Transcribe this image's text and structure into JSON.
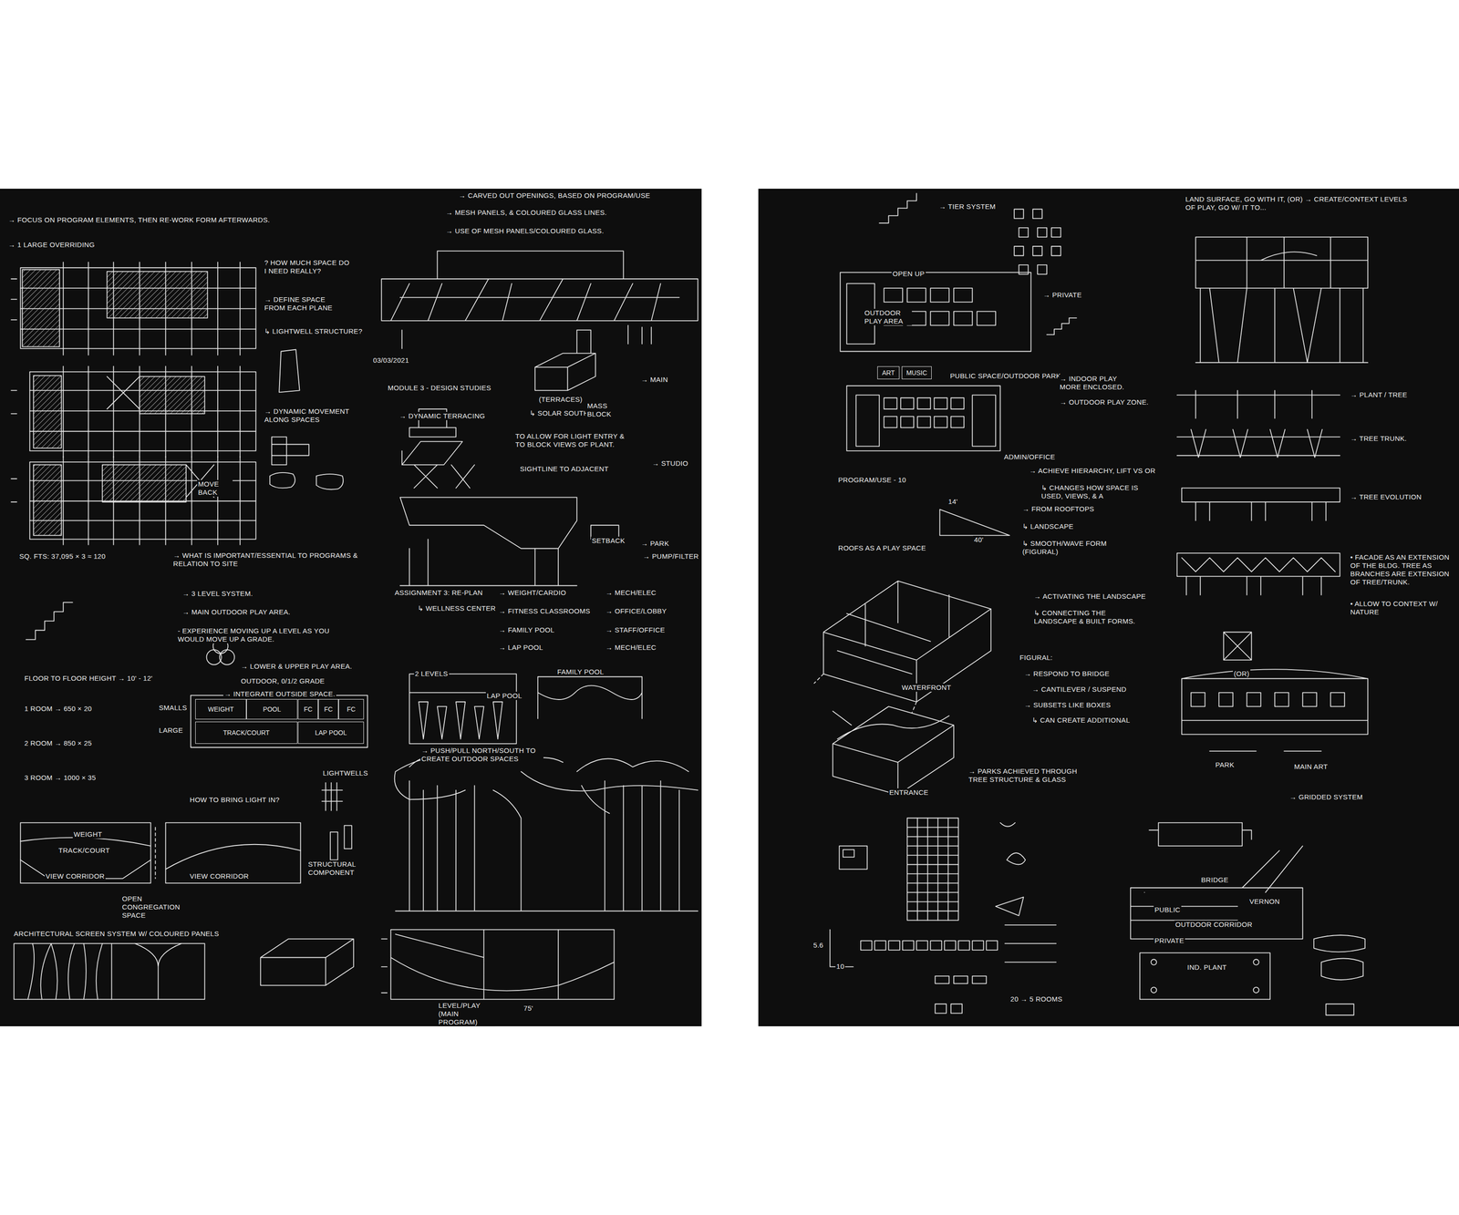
{
  "diagram": {
    "nodes": [
      {
        "text": [
          "WEIGHT"
        ]
      },
      {
        "text": [
          "POOL"
        ]
      },
      {
        "text": [
          "FC"
        ]
      },
      {
        "text": [
          "FC"
        ]
      },
      {
        "text": [
          "FC"
        ]
      },
      {
        "text": [
          "TRACK/COURT"
        ]
      },
      {
        "text": [
          "LAP POOL"
        ]
      },
      {
        "text": [
          "ART"
        ]
      },
      {
        "text": [
          "MUSIC"
        ]
      }
    ],
    "labels": [
      "→ FOCUS ON PROGRAM ELEMENTS, THEN RE-WORK FORM AFTERWARDS.",
      "→ 1 LARGE OVERRIDING",
      "→ CARVED OUT OPENINGS, BASED ON PROGRAM/USE",
      "→ MESH PANELS, & COLOURED GLASS LINES.",
      "→ USE OF MESH PANELS/COLOURED GLASS.",
      "? HOW MUCH SPACE DO I NEED REALLY?",
      "→ DEFINE SPACE FROM EACH PLANE",
      "↳ LIGHTWELL STRUCTURE?",
      "→ DYNAMIC MOVEMENT ALONG SPACES",
      "MOVE BACK",
      "SQ. FTS: 37,095 × 3 ≈ 120",
      "→ WHAT IS IMPORTANT/ESSENTIAL TO PROGRAMS & RELATION TO SITE",
      "→ 3 LEVEL SYSTEM.",
      "→ MAIN OUTDOOR PLAY AREA.",
      "- EXPERIENCE MOVING UP A LEVEL AS YOU WOULD MOVE UP A GRADE.",
      "→ LOWER & UPPER PLAY AREA.",
      "OUTDOOR, 0/1/2 GRADE",
      "→ INTEGRATE OUTSIDE SPACE.",
      "FLOOR TO FLOOR HEIGHT → 10' - 12'",
      "1 ROOM → 650 × 20",
      "2 ROOM → 850 × 25",
      "3 ROOM → 1000 × 35",
      "SMALLS",
      "LARGE",
      "LIGHTWELLS",
      "HOW TO BRING LIGHT IN?",
      "WEIGHT",
      "TRACK/COURT",
      "VIEW CORRIDOR",
      "VIEW CORRIDOR",
      "OPEN CONGREGATION SPACE",
      "STRUCTURAL COMPONENT",
      "ARCHITECTURAL SCREEN SYSTEM W/ COLOURED PANELS",
      "03/03/2021",
      "MODULE 3 - DESIGN STUDIES",
      "→ DYNAMIC TERRACING",
      "(TERRACES)",
      "↳ SOLAR SOUTH",
      "MASS BLOCK",
      "TO ALLOW FOR LIGHT ENTRY & TO BLOCK VIEWS OF PLANT.",
      "SIGHTLINE TO ADJACENT",
      "→ MAIN",
      "→ STUDIO",
      "→ PARK",
      "→ PUMP/FILTER",
      "SETBACK",
      "ASSIGNMENT 3: RE-PLAN",
      "↳ WELLNESS CENTER",
      "→ WEIGHT/CARDIO",
      "→ FITNESS CLASSROOMS",
      "→ FAMILY POOL",
      "→ LAP POOL",
      "→ MECH/ELEC",
      "→ OFFICE/LOBBY",
      "→ STAFF/OFFICE",
      "→ MECH/ELEC",
      "2 LEVELS",
      "FAMILY POOL",
      "LAP POOL",
      "→ PUSH/PULL NORTH/SOUTH TO CREATE OUTDOOR SPACES",
      "LEVEL/PLAY (MAIN PROGRAM)",
      "75'",
      "→ TIER SYSTEM",
      "LAND SURFACE, GO WITH IT, (OR) → CREATE/CONTEXT LEVELS OF PLAY, GO W/ IT TO...",
      "OPEN UP",
      "OUTDOOR PLAY AREA",
      "→ PRIVATE",
      "PUBLIC SPACE/OUTDOOR PARK",
      "→ INDOOR PLAY MORE ENCLOSED.",
      "→ OUTDOOR PLAY ZONE.",
      "ADMIN/OFFICE",
      "→ ACHIEVE HIERARCHY, LIFT VS OR",
      "↳ CHANGES HOW SPACE IS USED, VIEWS, & A",
      "PROGRAM/USE - 10",
      "14'",
      "40'",
      "→ FROM ROOFTOPS",
      "↳ LANDSCAPE",
      "↳ SMOOTH/WAVE FORM (FIGURAL)",
      "ROOFS AS A PLAY SPACE",
      "→ ACTIVATING THE LANDSCAPE",
      "↳ CONNECTING THE LANDSCAPE & BUILT FORMS.",
      "FIGURAL:",
      "→ RESPOND TO BRIDGE",
      "→ CANTILEVER / SUSPEND",
      "→ SUBSETS LIKE BOXES",
      "↳ CAN CREATE ADDITIONAL",
      "WATERFRONT",
      "→ PARKS ACHIEVED THROUGH TREE STRUCTURE & GLASS",
      "ENTRANCE",
      "→ PLANT / TREE",
      "→ TREE TRUNK.",
      "→ TREE EVOLUTION",
      "• FACADE AS AN EXTENSION OF THE BLDG. TREE AS BRANCHES ARE EXTENSION OF TREE/TRUNK.",
      "• ALLOW TO CONTEXT W/ NATURE",
      "(OR)",
      "PARK",
      "MAIN ART",
      "→ GRIDDED SYSTEM",
      "BRIDGE",
      "PUBLIC",
      "OUTDOOR CORRIDOR",
      "PRIVATE",
      "VERNON",
      "IND. PLANT",
      "5.6",
      "10",
      "20 → 5 ROOMS"
    ]
  }
}
